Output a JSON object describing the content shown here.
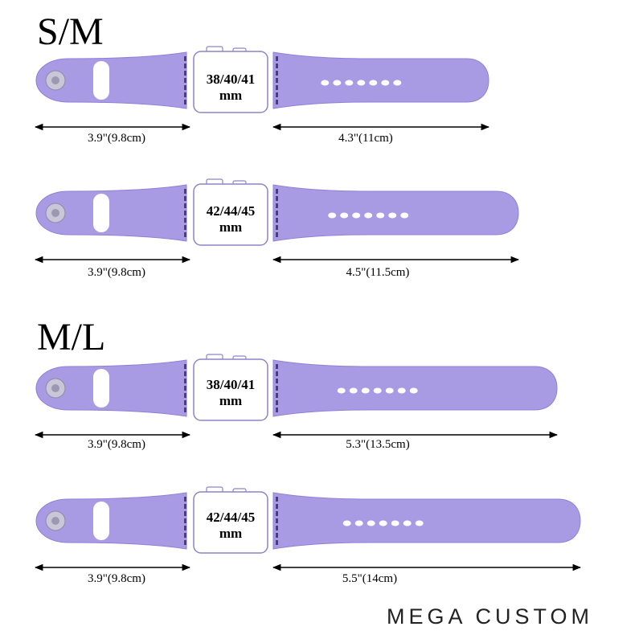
{
  "colors": {
    "strap": "#a89be4",
    "strap_edge": "#8f80d8",
    "pin_outer": "#c9c6d8",
    "pin_inner": "#9c98b2",
    "case_stroke": "#8e84c8",
    "lug": "#4a3f7a"
  },
  "sections": [
    {
      "title": "S/M"
    },
    {
      "title": "M/L"
    }
  ],
  "bands": [
    {
      "case_top": "38/40/41",
      "case_bottom": "mm",
      "short_label": "3.9\"(9.8cm)",
      "long_label": "4.3\"(11cm)",
      "long_in": 4.3,
      "long_cm": 11
    },
    {
      "case_top": "42/44/45",
      "case_bottom": "mm",
      "short_label": "3.9\"(9.8cm)",
      "long_label": "4.5\"(11.5cm)",
      "long_in": 4.5,
      "long_cm": 11.5
    },
    {
      "case_top": "38/40/41",
      "case_bottom": "mm",
      "short_label": "3.9\"(9.8cm)",
      "long_label": "5.3\"(13.5cm)",
      "long_in": 5.3,
      "long_cm": 13.5
    },
    {
      "case_top": "42/44/45",
      "case_bottom": "mm",
      "short_label": "3.9\"(9.8cm)",
      "long_label": "5.5\"(14cm)",
      "long_in": 5.5,
      "long_cm": 14
    }
  ],
  "brand": "MEGA CUSTOM"
}
